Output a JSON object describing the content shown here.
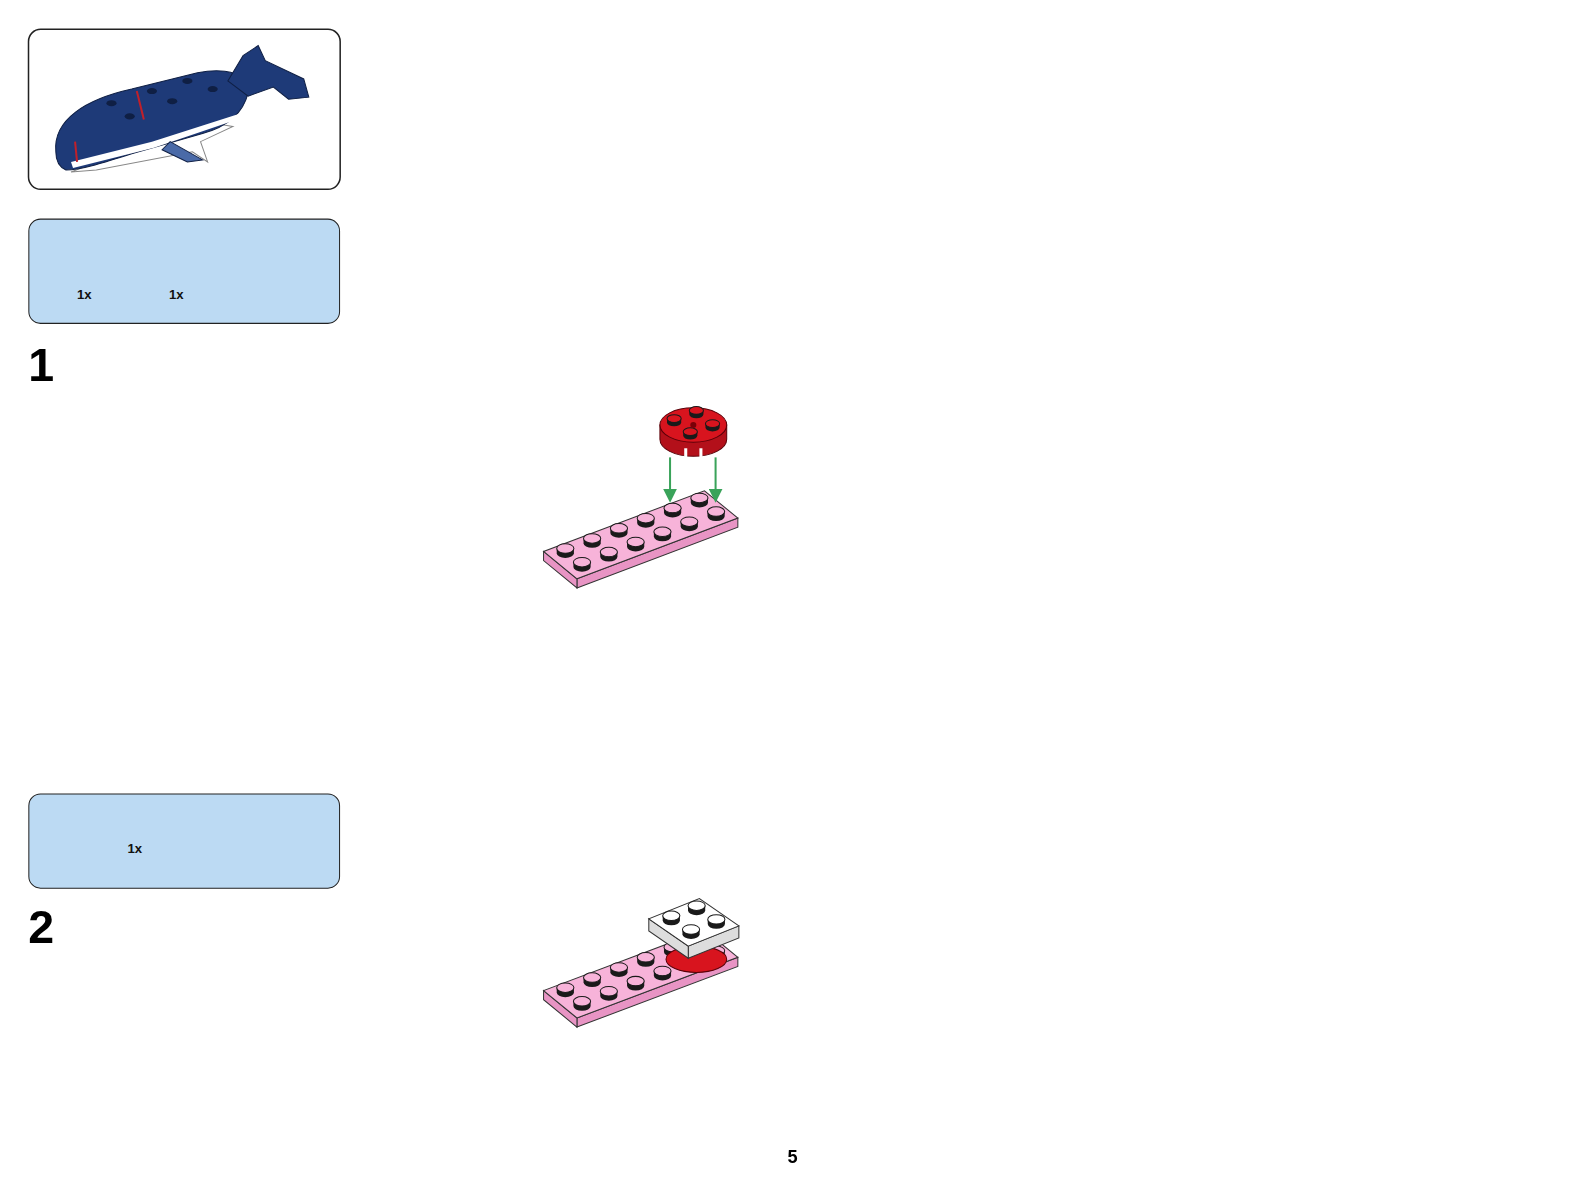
{
  "diagram": {
    "nodes": [
      {
        "text": [
          "1x",
          "1x"
        ]
      },
      {
        "text": [
          "1x"
        ]
      }
    ],
    "labels": [
      "1",
      "2",
      "5"
    ]
  }
}
